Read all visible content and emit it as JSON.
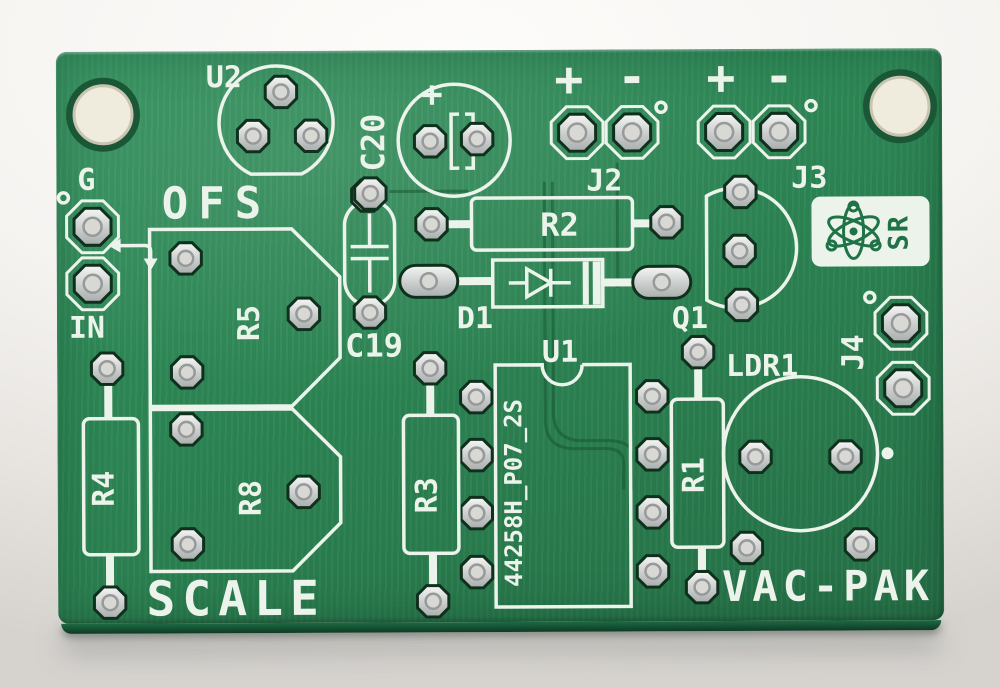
{
  "scene": {
    "description": "Photograph of a bare green printed circuit board (silkscreen side) on a white surface"
  },
  "colors": {
    "board_green": "#2c8453",
    "silkscreen_white": "#ecf3ea",
    "pad_silver": "#d9dbda",
    "trace_dark_green": "#14532f",
    "background": "#f6f4f1"
  },
  "silkscreen": {
    "designators": {
      "u2": "U2",
      "c20": "C20",
      "c19": "C19",
      "j2": "J2",
      "j3": "J3",
      "j4": "J4",
      "g": "G",
      "in": "IN",
      "r1": "R1",
      "r2": "R2",
      "r3": "R3",
      "r4": "R4",
      "r5": "R5",
      "r8": "R8",
      "d1": "D1",
      "q1": "Q1",
      "u1": "U1",
      "ldr1": "LDR1"
    },
    "texts": {
      "ofs": "OFS",
      "scale": "SCALE",
      "vac_pak": "VAC-PAK",
      "fab_code": "44258H_P07_2S",
      "logo_glyphs": "SR"
    },
    "polarity": {
      "plus": "+",
      "minus": "-"
    }
  }
}
